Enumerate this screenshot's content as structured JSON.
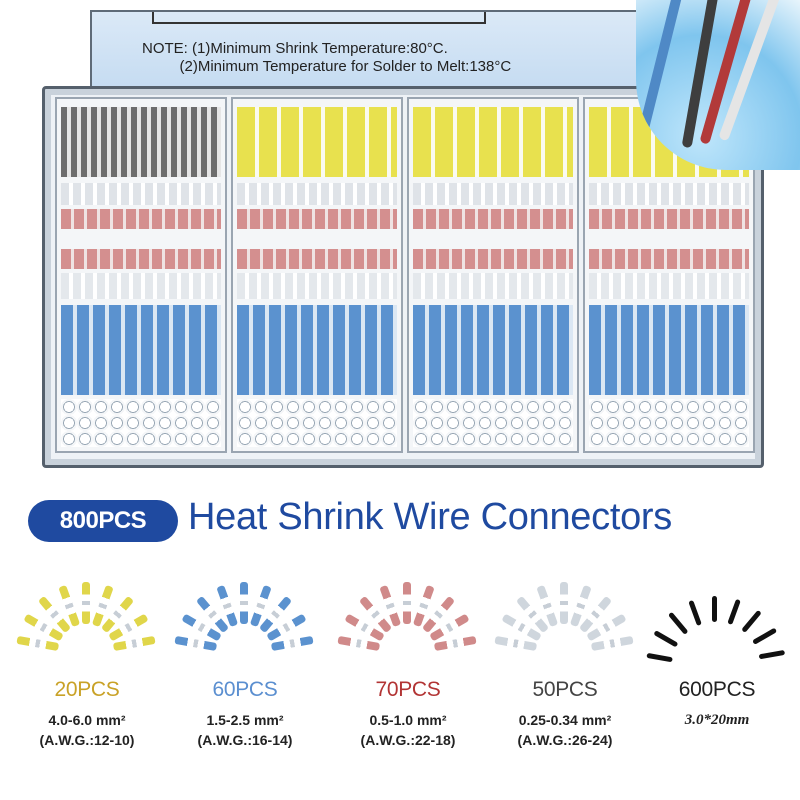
{
  "lid": {
    "note_line1": "NOTE: (1)Minimum Shrink Temperature:80°C.",
    "note_line2": "         (2)Minimum Temperature for Solder to Melt:138°C"
  },
  "headline": {
    "badge": "800PCS",
    "title": "Heat Shrink Wire Connectors"
  },
  "variants": [
    {
      "count": "20PCS",
      "count_color": "#c9a227",
      "size": "4.0-6.0 mm²",
      "awg": "(A.W.G.:12-10)",
      "fan_color": "#e0d64a"
    },
    {
      "count": "60PCS",
      "count_color": "#5b8fd0",
      "size": "1.5-2.5 mm²",
      "awg": "(A.W.G.:16-14)",
      "fan_color": "#5b92cf"
    },
    {
      "count": "70PCS",
      "count_color": "#b23434",
      "size": "0.5-1.0 mm²",
      "awg": "(A.W.G.:22-18)",
      "fan_color": "#d08a8a"
    },
    {
      "count": "50PCS",
      "count_color": "#444444",
      "size": "0.25-0.34 mm²",
      "awg": "(A.W.G.:26-24)",
      "fan_color": "#cfd6dd"
    },
    {
      "count": "600PCS",
      "count_color": "#222222",
      "size": "3.0*20mm",
      "awg": "",
      "fan_color": "#111111"
    }
  ]
}
